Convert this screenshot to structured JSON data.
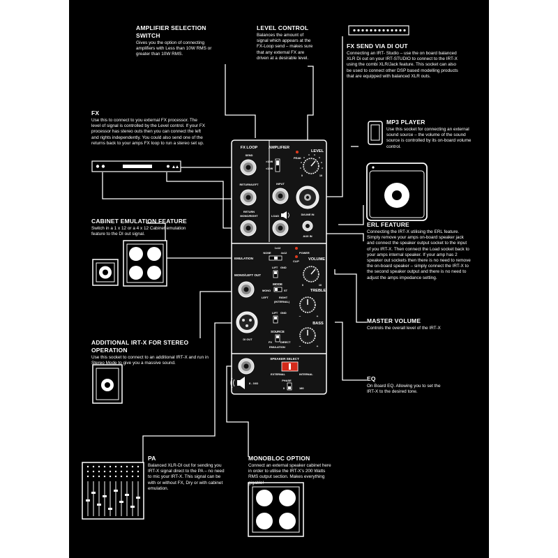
{
  "annotations": {
    "amp_switch": {
      "title": "AMPLIFIER SELECTION SWITCH",
      "body": "Gives you the option of connecting amplifiers with Less than 10W RMS or greater than 10W RMS."
    },
    "level": {
      "title": "LEVEL CONTROL",
      "body": "Balances the amount of signal which appears at the FX-Loop send – makes sure that any external FX are driven at a desirable level."
    },
    "fx_send_di": {
      "title": "FX SEND via DI OUT",
      "body": "Connecting an IRT- Studio – use the on board balanced XLR Di out on your IRT-STUDIO to connect to the IRT-X using the combi XLR/Jack feature. This socket can also be used to connect other DSP based modelling products that are equipped with balanced XLR outs."
    },
    "fx": {
      "title": "FX",
      "body": "Use this to connect to you external FX processor. The level of signal is controlled by the Level control.  If your FX processor has stereo outs then you can connect the left and rights independently. You could also send one of the returns back to your amps FX loop to run a stereo set up."
    },
    "mp3": {
      "title": "MP3 PLAYER",
      "body": "Use this socket for connecting an external sound source – the volume of the sound source is controlled by its on-board volume control."
    },
    "cab_emulation": {
      "title": "CABINET EMULATION FEATURE",
      "body": "Switch in a 1 x 12 or a 4 x 12 Cabinet emulation feature to the DI out signal."
    },
    "erl": {
      "title": "ERL FEATURE",
      "body": "Connecting the IRT-X utilising the ERL feature. Simply remove your amps on-board speaker jack and connect the speaker output socket to the input of you IRT-X.  Then connect the Load socket back to your amps internal speaker.  If your amp has 2 speaker out sockets then there is no need to remove the on-board speaker – simply connect the IRT-X to the second speaker output and there is no need to adjust the amps impedance setting."
    },
    "master_volume": {
      "title": "MASTER VOLUME",
      "body": "Controls the overall level of the IRT-X"
    },
    "additional": {
      "title": "ADDITIONAL IRT-X FOR STEREO OPERATION",
      "body": "Use this socket to connect to an additional IRT-X and run in Stereo Mode to give you a massive sound."
    },
    "eq": {
      "title": "EQ",
      "body": "On Board EQ. Allowing you to set the IRT-X to the desired tone."
    },
    "pa": {
      "title": "PA",
      "body": "Balanced XLR-DI out for sending you IRT-X signal direct to the PA – no need to mic your IRT-X.  This signal can be with or without FX, Dry or with cabinet emulation."
    },
    "monobloc": {
      "title": "MONOBLOC OPTION",
      "body": "Connect an external speaker cabinet here in order to utilise the IRT-X’s 200 Watts RMS output section.  Makes everything gigable!"
    }
  },
  "panel": {
    "fx_loop": "FX LOOP",
    "send": "SEND",
    "return_left": "RETURN/LEFT",
    "return": "RETURN",
    "mono_right": "MONO/RIGHT",
    "amplifier": "AMPLIFIER",
    "gt10w": ">10W",
    "lt10w": "<10W",
    "input": "INPUT",
    "load": "LOAD",
    "peak": "PEAK",
    "level": "LEVEL",
    "di_line_in": "DI/LINE IN",
    "aux_in": "AUX IN",
    "power": "POWER",
    "clip": "CLIP",
    "volume": "VOLUME",
    "treble": "TREBLE",
    "bass": "BASS",
    "emulation": "EMULATION",
    "none": "NONE",
    "one_by_12": "1x12",
    "four_by_12": "4x12",
    "mono_left_out": "MONO/LEFT OUT",
    "lift": "LIFT",
    "gnd": "GND",
    "mode": "MODE",
    "mono": "MONO",
    "st": "ST",
    "left": "LEFT",
    "right": "RIGHT",
    "internal_paren": "(INTERNAL)",
    "di_out": "DI OUT",
    "source": "SOURCE",
    "fx": "FX",
    "direct": "DIRECT",
    "emulation_small": "EMULATION",
    "speaker_select": "SPEAKER SELECT",
    "external": "EXTERNAL",
    "internal": "INTERNAL",
    "phase": "PHASE",
    "deg0": "0",
    "deg180": "180",
    "impedance": "8 - 16Ω",
    "knob_min": "0",
    "knob_max": "10",
    "minus": "−",
    "plus": "+"
  },
  "colors": {
    "background": "#000000",
    "page_margin": "#ffffff",
    "panel": "#1a1a1a",
    "text": "#ffffff",
    "led": "#e03a1e",
    "speaker_select_switch": "#d22a1a"
  },
  "icons": [
    "fx-rack-unit-icon",
    "di-rack-unit-icon",
    "mp3-player-icon",
    "erl-speaker-box-icon",
    "cabinet-1x12-icon",
    "cabinet-4x12-icon",
    "stereo-speaker-icon",
    "pa-mixer-icon",
    "monobloc-cabinet-icon",
    "speaker-horn-icon"
  ]
}
